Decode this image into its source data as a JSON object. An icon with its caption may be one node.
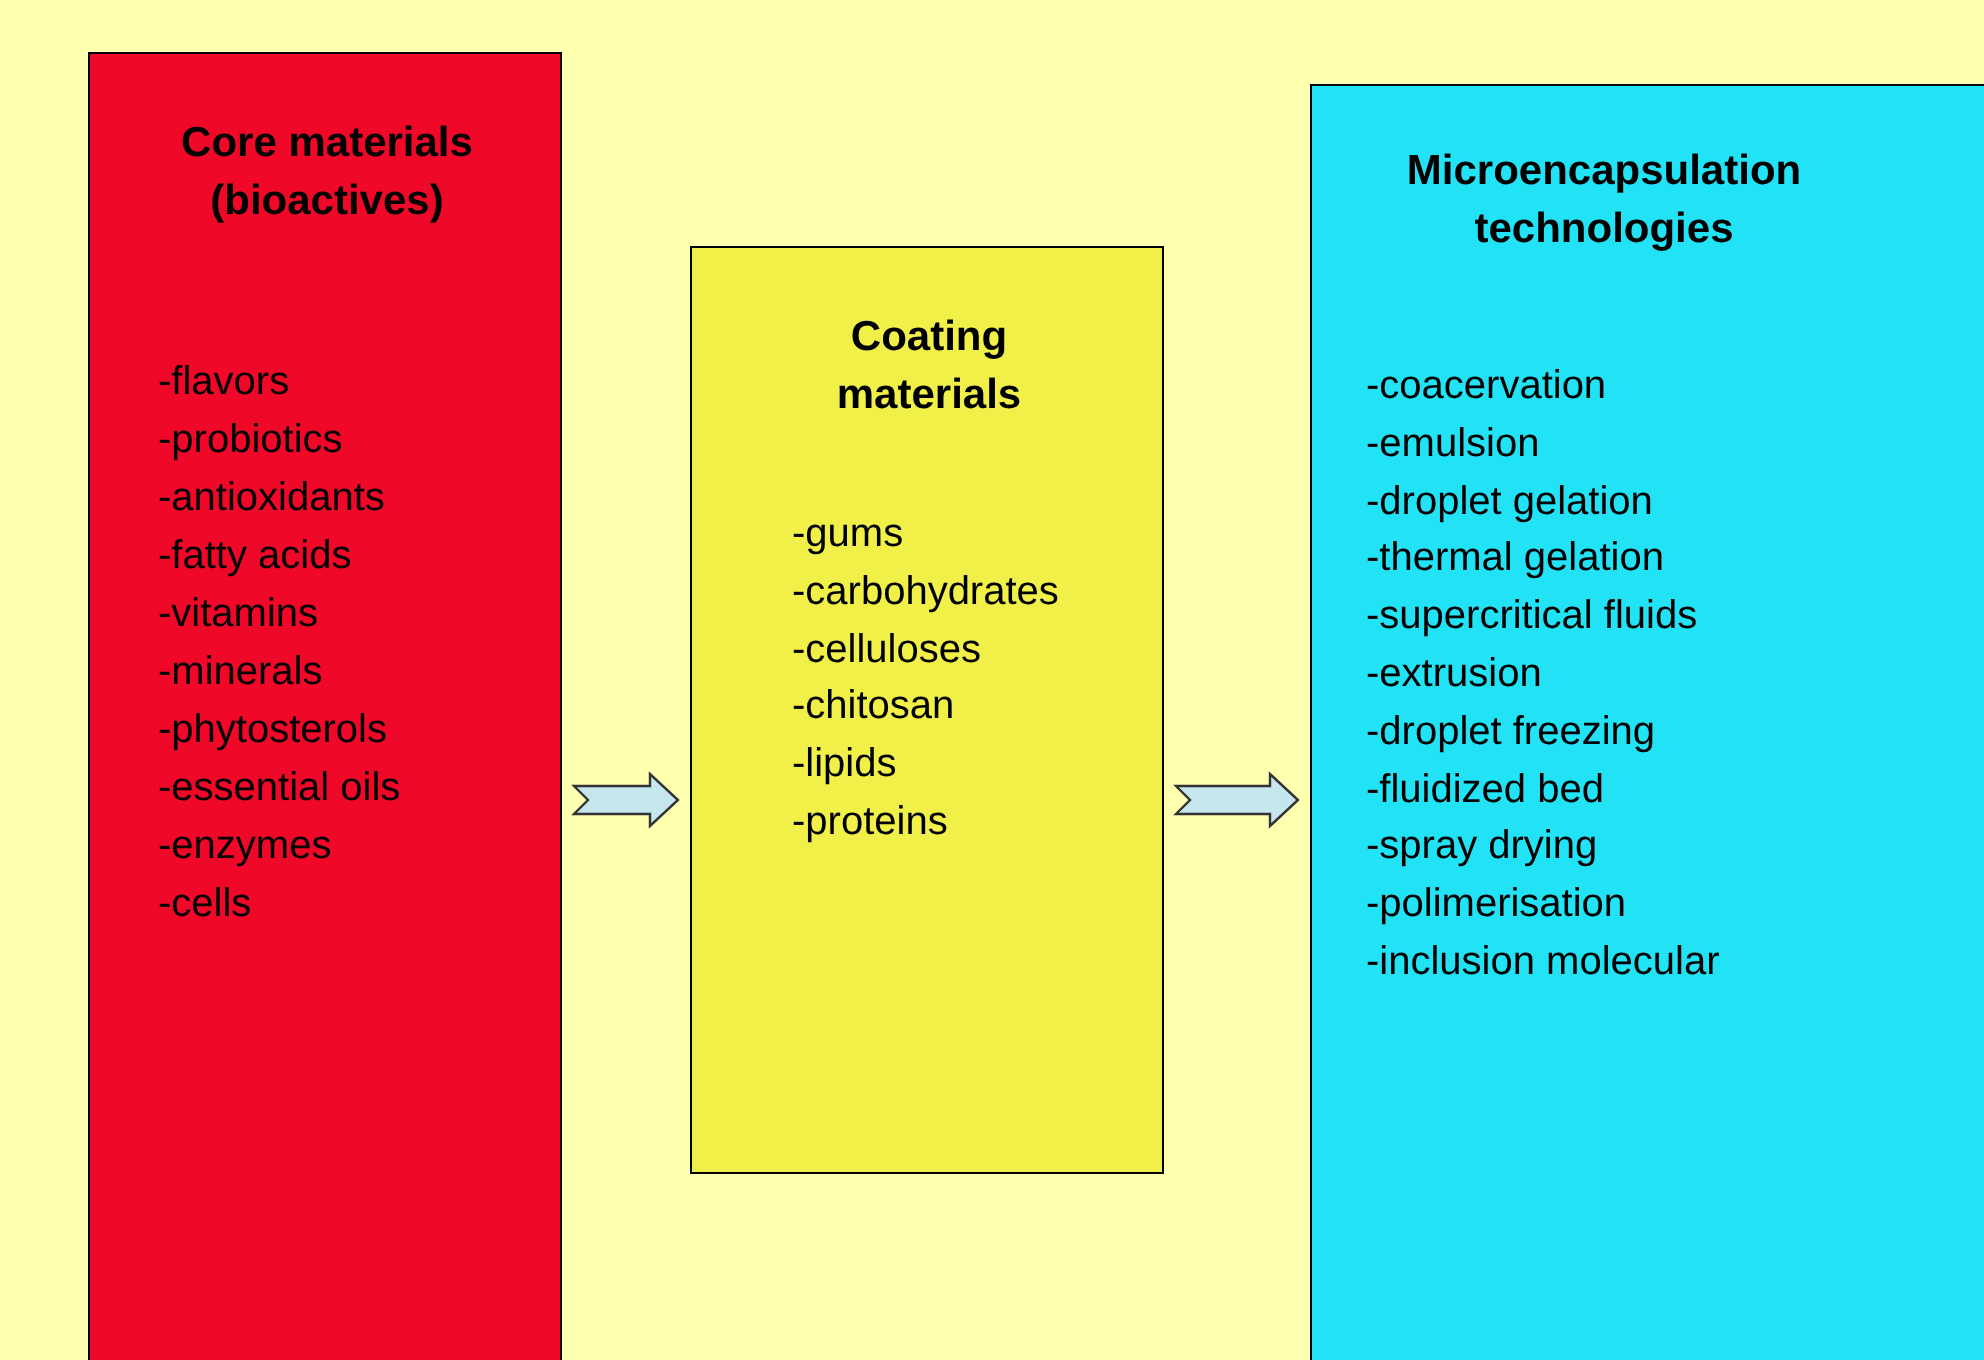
{
  "diagram": {
    "nodes": [
      {
        "text": [
          "Core materials (bioactives)",
          "-flavors",
          "-probiotics",
          "-antioxidants",
          "-fatty acids",
          "-vitamins",
          "-minerals",
          "-phytosterols",
          "-essential oils",
          "-enzymes",
          "-cells"
        ]
      },
      {
        "text": [
          "Coating materials",
          "-gums",
          "-carbohydrates",
          "-celluloses",
          "-chitosan",
          "-lipids",
          "-proteins"
        ]
      },
      {
        "text": [
          "Microencapsulation technologies",
          "-coacervation",
          "-emulsion",
          "-droplet gelation",
          "-thermal gelation",
          "-supercritical fluids",
          "-extrusion",
          "-droplet freezing",
          "-fluidized bed",
          "-spray drying",
          "-polimerisation",
          "-inclusion molecular"
        ]
      }
    ],
    "edges": [
      {
        "from": 0,
        "to": 1,
        "arrow": "to"
      },
      {
        "from": 1,
        "to": 2,
        "arrow": "to"
      }
    ]
  }
}
